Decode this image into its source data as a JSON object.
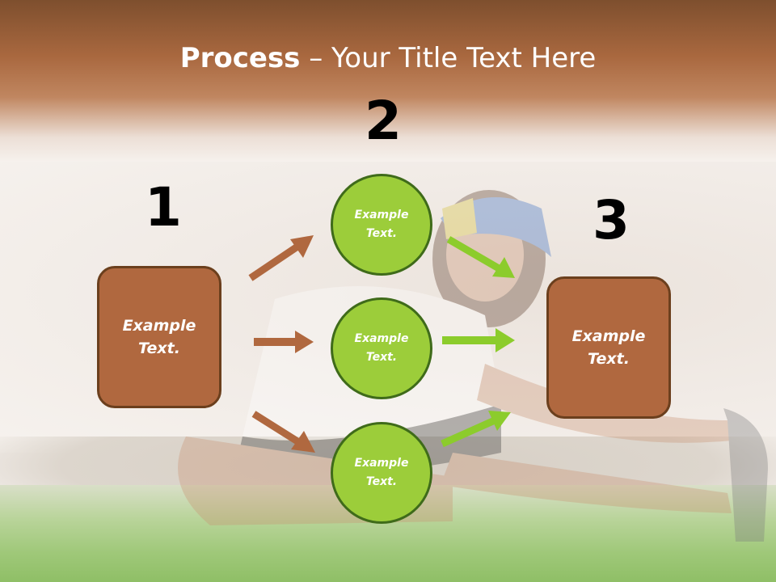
{
  "title": {
    "bold": "Process",
    "rest": " – Your Title Text Here"
  },
  "steps": {
    "one": "1",
    "two": "2",
    "three": "3"
  },
  "left_box": {
    "line1": "Example",
    "line2": "Text."
  },
  "right_box": {
    "line1": "Example",
    "line2": "Text."
  },
  "circles": [
    {
      "line1": "Example",
      "line2": "Text."
    },
    {
      "line1": "Example",
      "line2": "Text."
    },
    {
      "line1": "Example",
      "line2": "Text."
    }
  ],
  "colors": {
    "brown": "#b0683f",
    "brown_border": "#6b3f1d",
    "green": "#9ccd3a",
    "green_border": "#3f6b1a"
  }
}
